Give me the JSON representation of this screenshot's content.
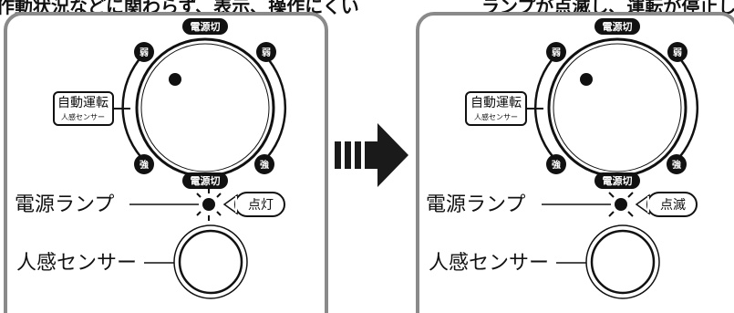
{
  "top_left_text": "作動状況などに関わらず、表示、操作にくい",
  "top_right_text": "ランプが点滅し、運転が停止します。",
  "dial_labels": {
    "power_off": "電源切",
    "weak": "弱",
    "strong": "強",
    "auto_line1": "自動運転",
    "auto_line2": "人感センサー"
  },
  "lamp_label": "電源ランプ",
  "sensor_label": "人感センサー",
  "left_callout": "点灯",
  "right_callout": "点滅",
  "colors": {
    "ink": "#111111",
    "panel_border": "#888888",
    "arrow": "#1a1a1a"
  }
}
